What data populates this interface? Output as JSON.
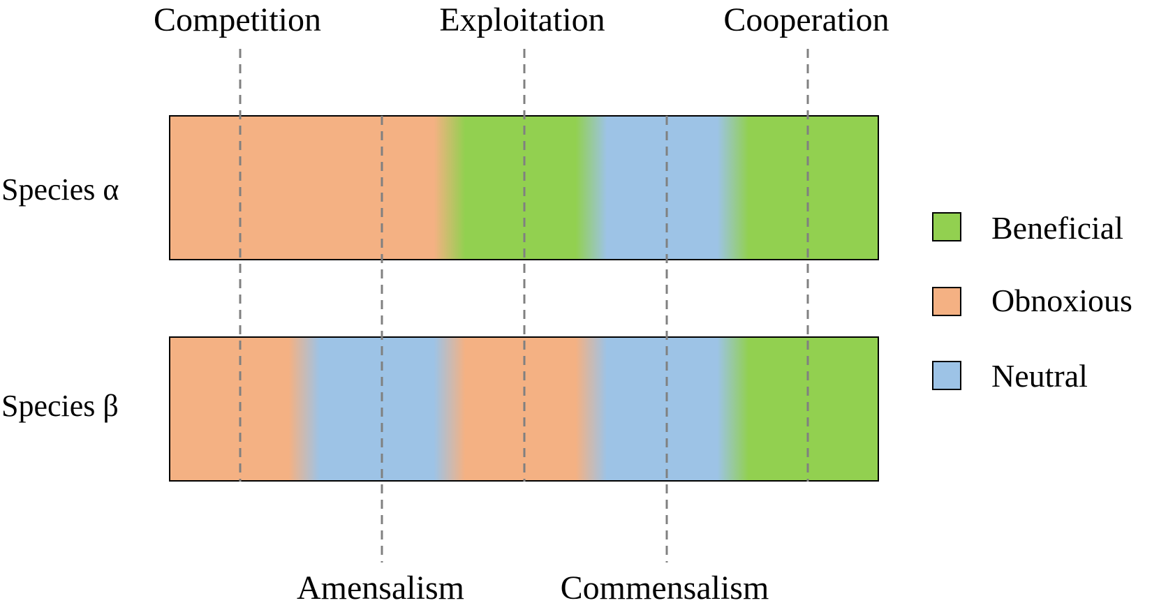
{
  "interactions": [
    {
      "label": "Competition",
      "position": "top"
    },
    {
      "label": "Amensalism",
      "position": "bottom"
    },
    {
      "label": "Exploitation",
      "position": "top"
    },
    {
      "label": "Commensalism",
      "position": "bottom"
    },
    {
      "label": "Cooperation",
      "position": "top"
    }
  ],
  "species": [
    {
      "label": "Species α",
      "effects": [
        "obnoxious",
        "obnoxious",
        "beneficial",
        "neutral",
        "beneficial"
      ]
    },
    {
      "label": "Species β",
      "effects": [
        "obnoxious",
        "neutral",
        "obnoxious",
        "neutral",
        "beneficial"
      ]
    }
  ],
  "legend": [
    {
      "key": "beneficial",
      "label": "Beneficial",
      "color": "#92d050"
    },
    {
      "key": "obnoxious",
      "label": "Obnoxious",
      "color": "#f4b183"
    },
    {
      "key": "neutral",
      "label": "Neutral",
      "color": "#9dc3e6"
    }
  ],
  "colors": {
    "beneficial": "#92d050",
    "obnoxious": "#f4b183",
    "neutral": "#9dc3e6",
    "guide_line": "#808080",
    "bar_border": "#000000"
  }
}
